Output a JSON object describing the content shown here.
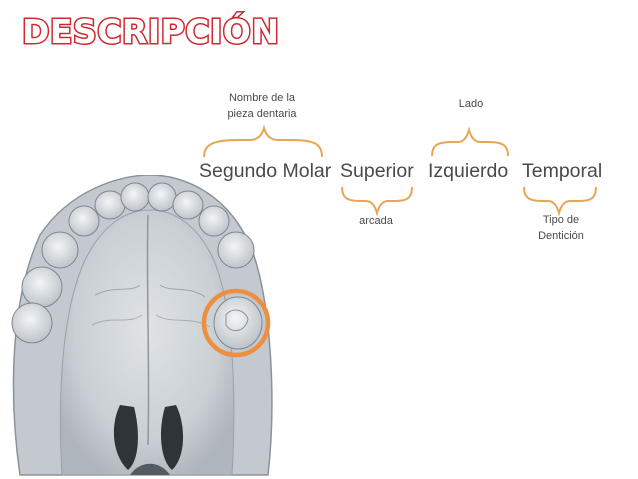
{
  "title": "DESCRIPCIÓN",
  "terms": [
    "Segundo Molar",
    "Superior",
    "Izquierdo",
    "Temporal"
  ],
  "notes": {
    "name_line1": "Nombre de la",
    "name_line2": "pieza dentaria",
    "lado": "Lado",
    "arcada": "arcada",
    "tipo_line1": "Tipo de",
    "tipo_line2": "Dentición"
  },
  "colors": {
    "title_stroke": "#d12a32",
    "brace": "#e8a556",
    "highlight_ring": "#ee8f3f",
    "text": "#4a4a4a"
  }
}
